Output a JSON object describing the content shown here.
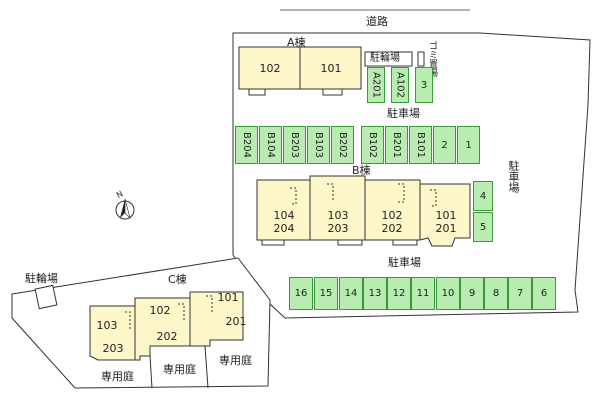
{
  "road_label": "道路",
  "north_label": "N",
  "buildings": {
    "a": {
      "title": "A棟",
      "units": [
        "102",
        "101"
      ]
    },
    "b": {
      "title": "B棟",
      "units": [
        {
          "top": "104",
          "bottom": "204"
        },
        {
          "top": "103",
          "bottom": "203"
        },
        {
          "top": "102",
          "bottom": "202"
        },
        {
          "top": "101",
          "bottom": "201"
        }
      ]
    },
    "c": {
      "title": "C棟",
      "units": [
        "103",
        "203",
        "102",
        "202",
        "101",
        "201"
      ]
    }
  },
  "labels": {
    "bike_parking_top": "駐輪場",
    "garbage": "ゴミ置場",
    "parking_upper": "駐車場",
    "parking_right": "駐車場",
    "parking_lower": "駐車場",
    "bike_parking_left": "駐輪場",
    "private_garden_1": "専用庭",
    "private_garden_2": "専用庭",
    "private_garden_3": "専用庭"
  },
  "parking": {
    "top_row": [
      "A201",
      "A102",
      "3"
    ],
    "left_group": [
      "B204",
      "B104",
      "B203",
      "B103",
      "B202"
    ],
    "right_group": [
      "B102",
      "B201",
      "B101",
      "2",
      "1"
    ],
    "right_side": [
      "4",
      "5"
    ],
    "bottom_row": [
      "16",
      "15",
      "14",
      "13",
      "12",
      "11",
      "10",
      "9",
      "8",
      "7",
      "6"
    ]
  },
  "colors": {
    "building_fill": "#fcf6c8",
    "parking_fill": "#b8ecb0",
    "parking_border": "#3a9a3a",
    "lot_fill": "#ffffff",
    "line": "#333333"
  }
}
